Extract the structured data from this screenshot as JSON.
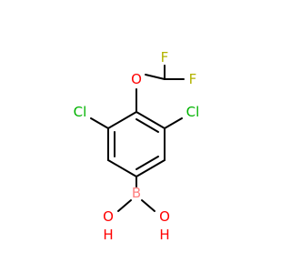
{
  "molecule": {
    "atoms": {
      "f_top": {
        "label": "F",
        "color": "#b3b300"
      },
      "f_right": {
        "label": "F",
        "color": "#b3b300"
      },
      "o_ether": {
        "label": "O",
        "color": "#ff0000"
      },
      "cl_left": {
        "label": "Cl",
        "color": "#00b300"
      },
      "cl_right": {
        "label": "Cl",
        "color": "#00b300"
      },
      "boron": {
        "label": "B",
        "color": "#ff8080"
      },
      "oh_left": {
        "label": "O",
        "color": "#ff0000"
      },
      "oh_left_h": {
        "label": "H",
        "color": "#ff0000"
      },
      "oh_right": {
        "label": "O",
        "color": "#ff0000"
      },
      "oh_right_h": {
        "label": "H",
        "color": "#ff0000"
      }
    },
    "bond_color": "#000000",
    "background": "#ffffff"
  }
}
